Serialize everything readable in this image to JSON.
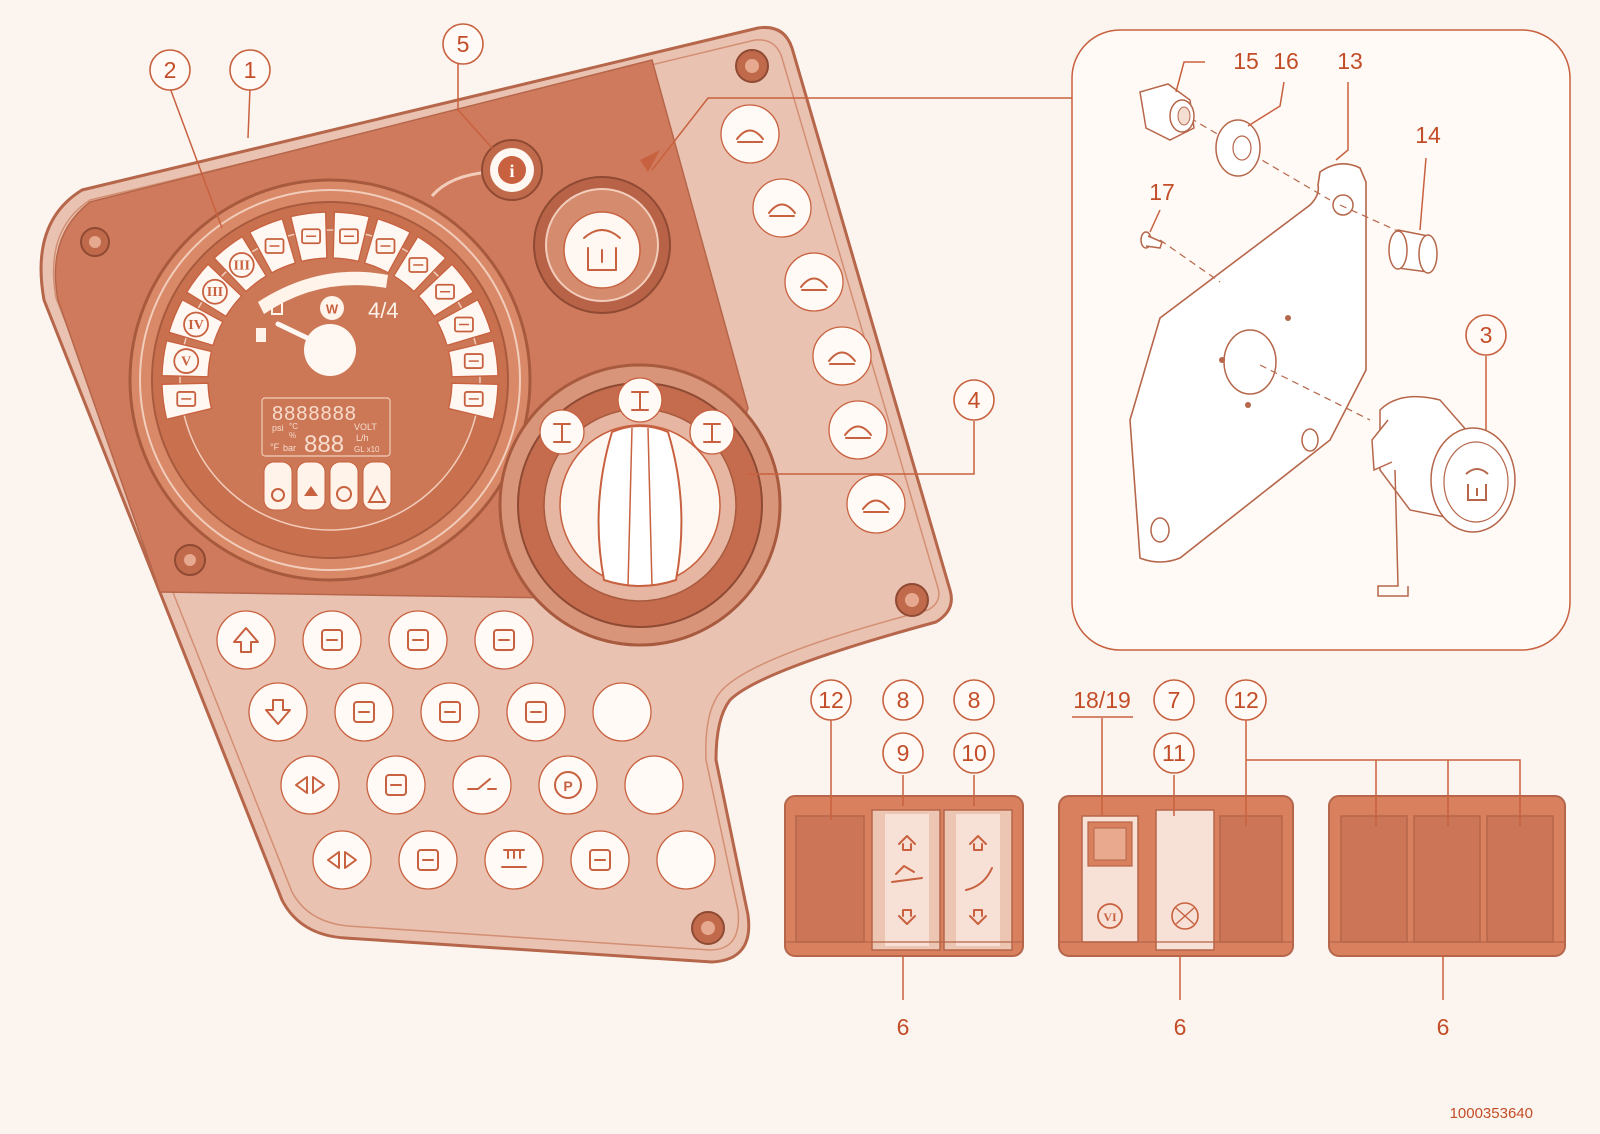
{
  "colors": {
    "panel_dark": "#cf7a5c",
    "panel_light": "#eac2b1",
    "outline": "#c8613f",
    "text": "#c24d28",
    "background": "#fcf5ef"
  },
  "callouts": {
    "c1": "1",
    "c2": "2",
    "c3": "3",
    "c4": "4",
    "c5": "5",
    "c12a": "12",
    "c8a": "8",
    "c9": "9",
    "c8b": "8",
    "c10": "10",
    "c1819": "18/19",
    "c7": "7",
    "c11": "11",
    "c12b": "12",
    "c13": "13",
    "c14": "14",
    "c15": "15",
    "c16": "16",
    "c17": "17"
  },
  "labels": {
    "l6a": "6",
    "l6b": "6",
    "l6c": "6"
  },
  "gauge": {
    "fuel_full": "4/4"
  },
  "display": {
    "unit_psi": "psi",
    "unit_c": "°C",
    "unit_pct": "%",
    "unit_f": "°F",
    "unit_bar": "bar",
    "unit_volt": "VOLT",
    "unit_lh": "L/h",
    "unit_gl": "GL x10"
  },
  "gears": {
    "g1": "V",
    "g2": "IV",
    "g3": "III",
    "g4": "III"
  },
  "switch_icons": {
    "s19": "VI",
    "s_up": "up-arrow-icon",
    "s_down": "down-arrow-icon"
  },
  "keypad_icons": {
    "row1": [
      "up-arrow-icon",
      "engine-icon",
      "headlight-icon",
      "axle-icon"
    ],
    "row2": [
      "down-arrow-icon",
      "temperature-icon",
      "lock-icon",
      "tilt-icon",
      "blank-button"
    ],
    "row3": [
      "left-right-icon",
      "fuel-heater-icon",
      "switch-icon",
      "parking-icon",
      "blank-button"
    ],
    "row4": [
      "wide-left-right-icon",
      "fuel-icon",
      "gear-shift-icon",
      "axle-lock-icon",
      "blank-button"
    ],
    "right_column": [
      "rabbit-icon",
      "turtle-icon",
      "snail-icon",
      "tilt-down-icon",
      "bucket-level-icon",
      "hand-icon"
    ]
  },
  "figure_id": "1000353640"
}
